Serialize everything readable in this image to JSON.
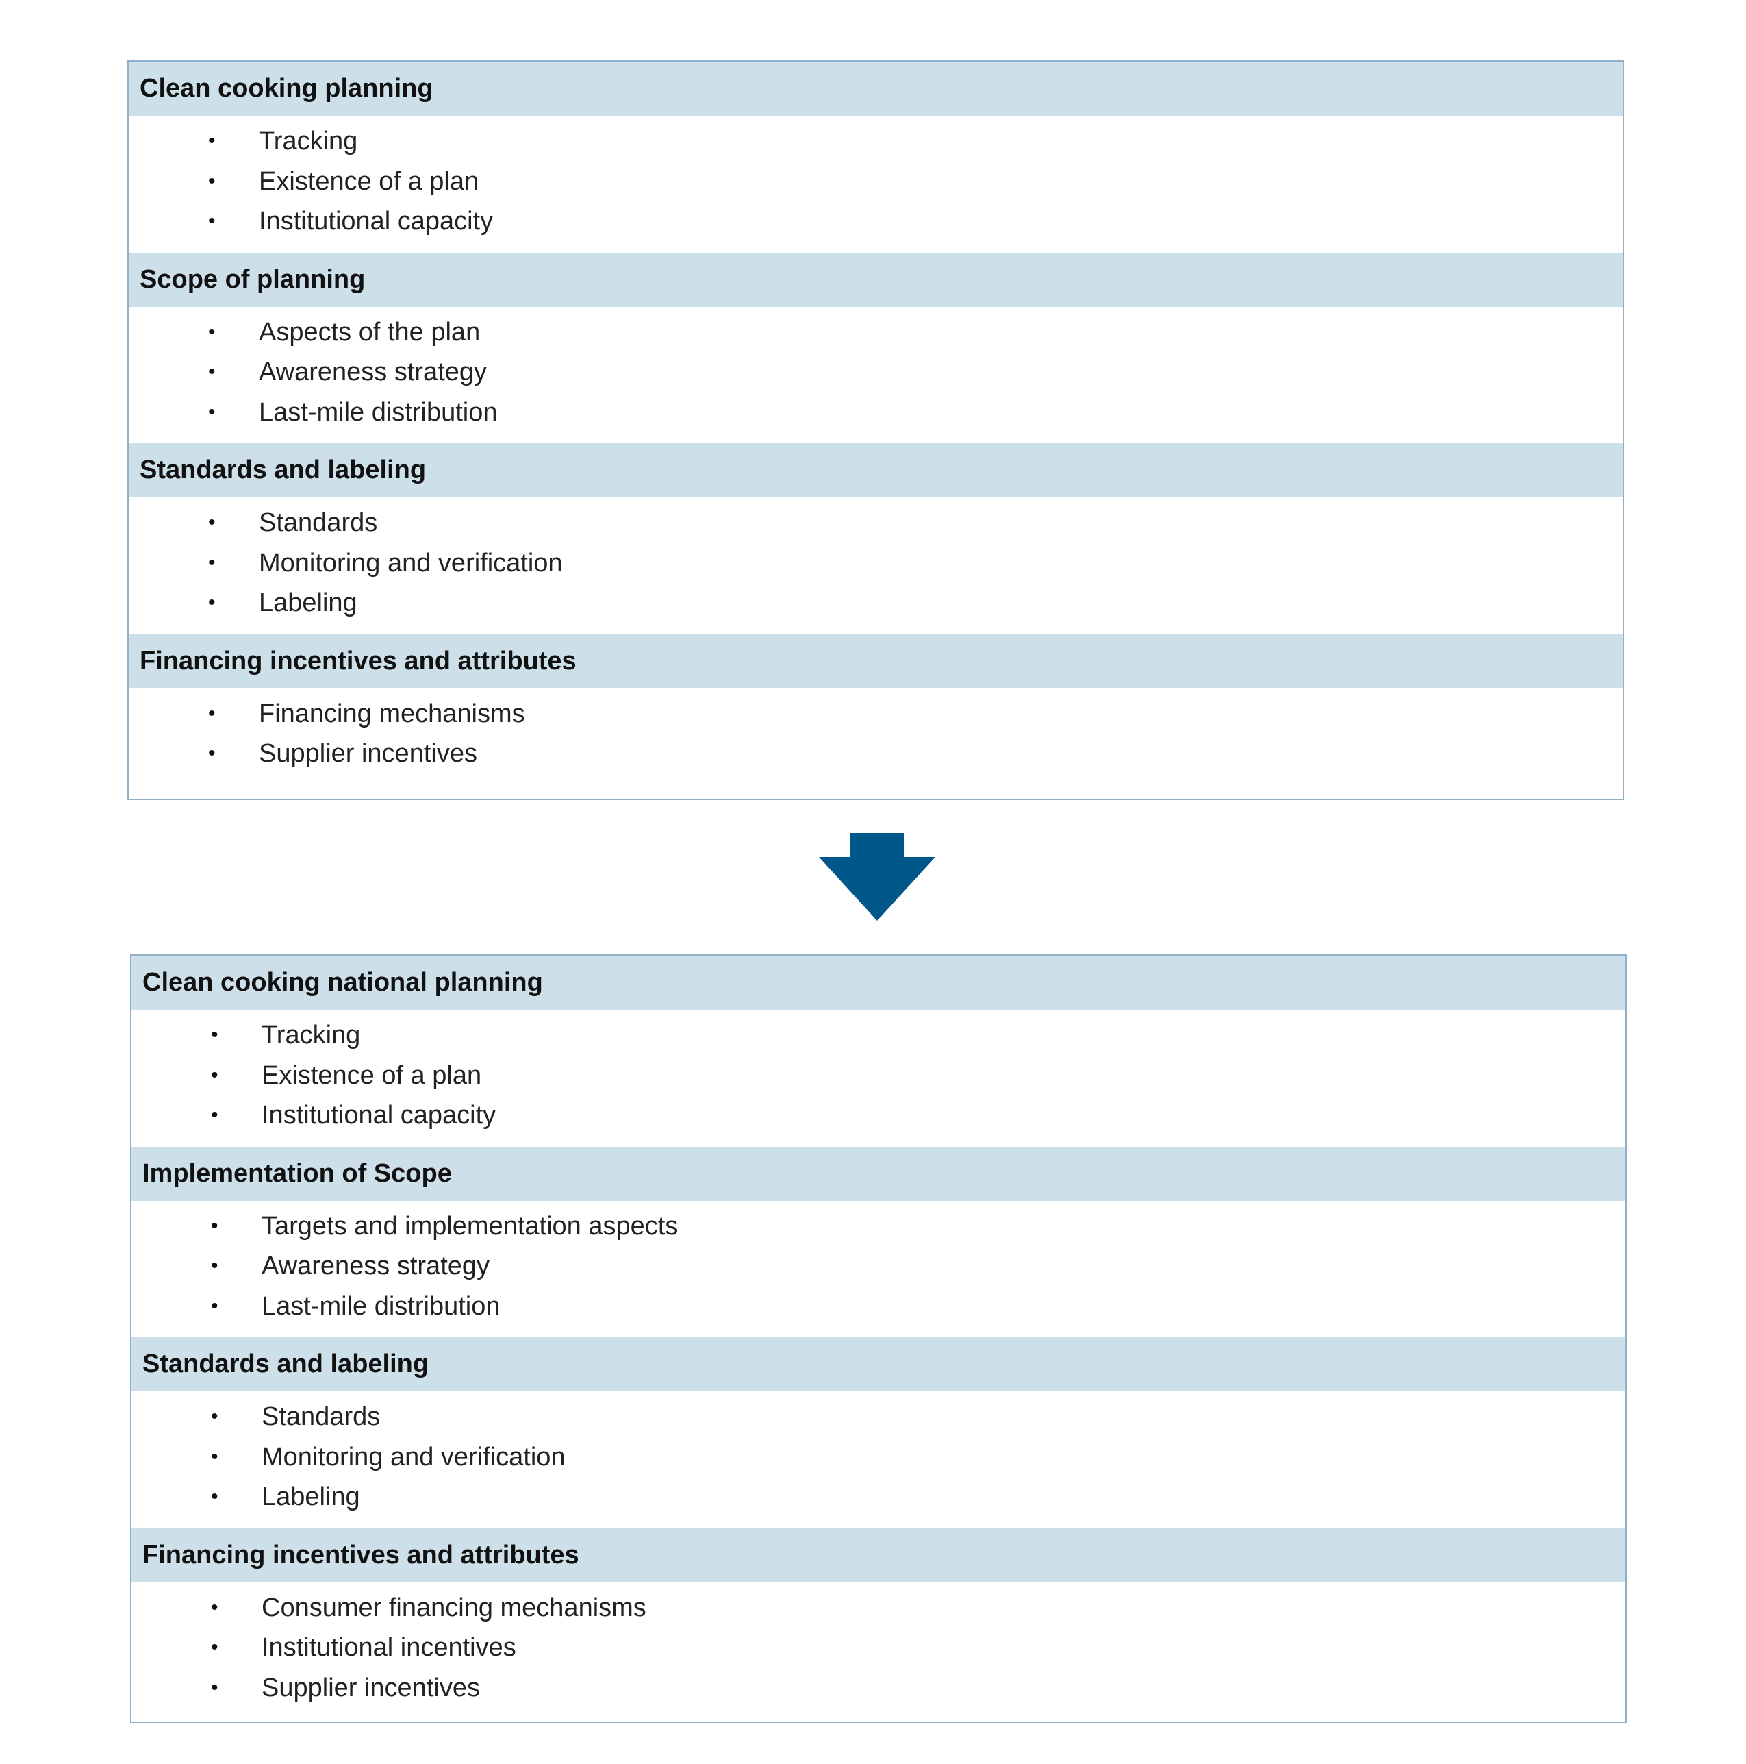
{
  "before": {
    "sections": [
      {
        "title": "Clean cooking planning",
        "items": [
          "Tracking",
          "Existence of a plan",
          "Institutional capacity"
        ]
      },
      {
        "title": "Scope of planning",
        "items": [
          "Aspects of the plan",
          "Awareness strategy",
          "Last-mile distribution"
        ]
      },
      {
        "title": "Standards and labeling",
        "items": [
          "Standards",
          "Monitoring and verification",
          "Labeling"
        ]
      },
      {
        "title": "Financing incentives and attributes",
        "items": [
          "Financing mechanisms",
          "Supplier incentives"
        ]
      }
    ]
  },
  "after": {
    "sections": [
      {
        "title": "Clean cooking national planning",
        "items": [
          "Tracking",
          "Existence of a plan",
          "Institutional capacity"
        ]
      },
      {
        "title": "Implementation of Scope",
        "items": [
          "Targets and implementation aspects",
          "Awareness strategy",
          "Last-mile distribution"
        ]
      },
      {
        "title": "Standards and labeling",
        "items": [
          "Standards",
          "Monitoring and verification",
          "Labeling"
        ]
      },
      {
        "title": "Financing incentives and attributes",
        "items": [
          "Consumer financing mechanisms",
          "Institutional incentives",
          "Supplier incentives"
        ]
      }
    ]
  },
  "bullet_glyph": "•",
  "colors": {
    "header_fill": "#cddfe8",
    "panel_border": "#8fb0c6",
    "arrow": "#00578a"
  }
}
